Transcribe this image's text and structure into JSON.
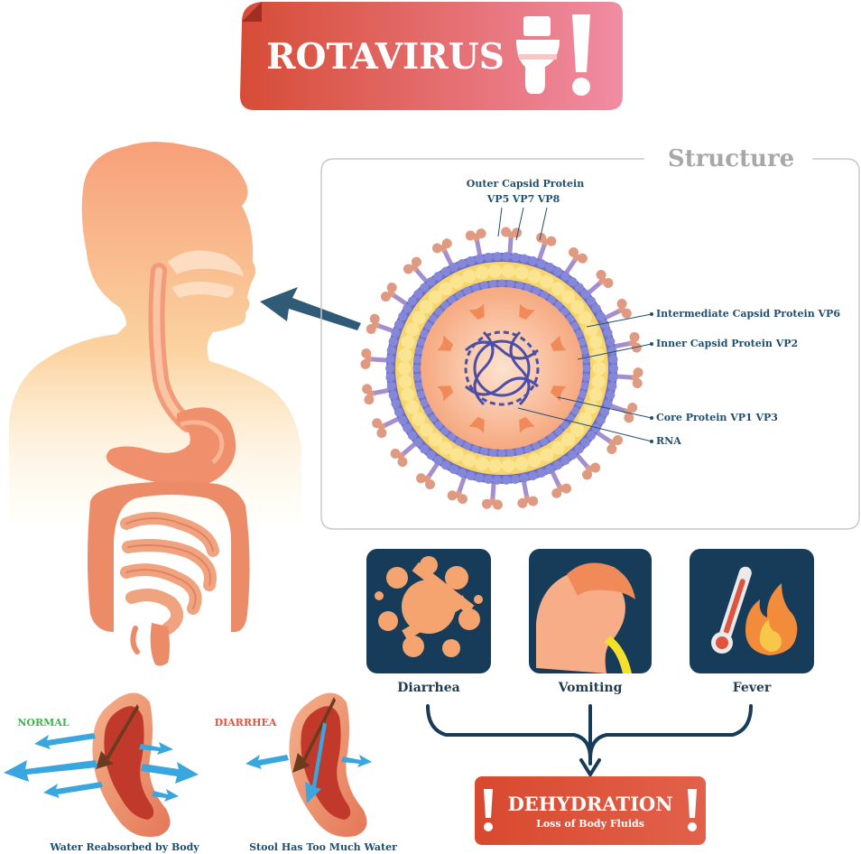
{
  "title": "ROTAVIRUS",
  "structure": {
    "heading": "Structure",
    "labels": {
      "outer_capsid": "Outer Capsid Protein",
      "vp5": "VP5",
      "vp7": "VP7",
      "vp8": "VP8",
      "intermediate": "Intermediate Capsid Protein VP6",
      "inner": "Inner Capsid Protein VP2",
      "core": "Core Protein VP1 VP3",
      "rna": "RNA"
    }
  },
  "symptoms": [
    {
      "label": "Diarrhea",
      "icon": "splash-icon"
    },
    {
      "label": "Vomiting",
      "icon": "vomiting-person-icon"
    },
    {
      "label": "Fever",
      "icon": "thermometer-fire-icon"
    }
  ],
  "dehydration": {
    "title": "DEHYDRATION",
    "subtitle": "Loss of Body Fluids"
  },
  "intestine": {
    "normal_label": "NORMAL",
    "normal_caption": "Water Reabsorbed by Body",
    "diarrhea_label": "DIARRHEA",
    "diarrhea_caption": "Stool Has Too Much Water"
  },
  "colors": {
    "title_start": "#d9503a",
    "title_end": "#f08aa0",
    "navy": "#173c5a",
    "label_blue": "#1f4f6e",
    "normal_green": "#3cb54a",
    "diarrhea_red": "#e0533c",
    "water_blue": "#3aa6e0"
  }
}
